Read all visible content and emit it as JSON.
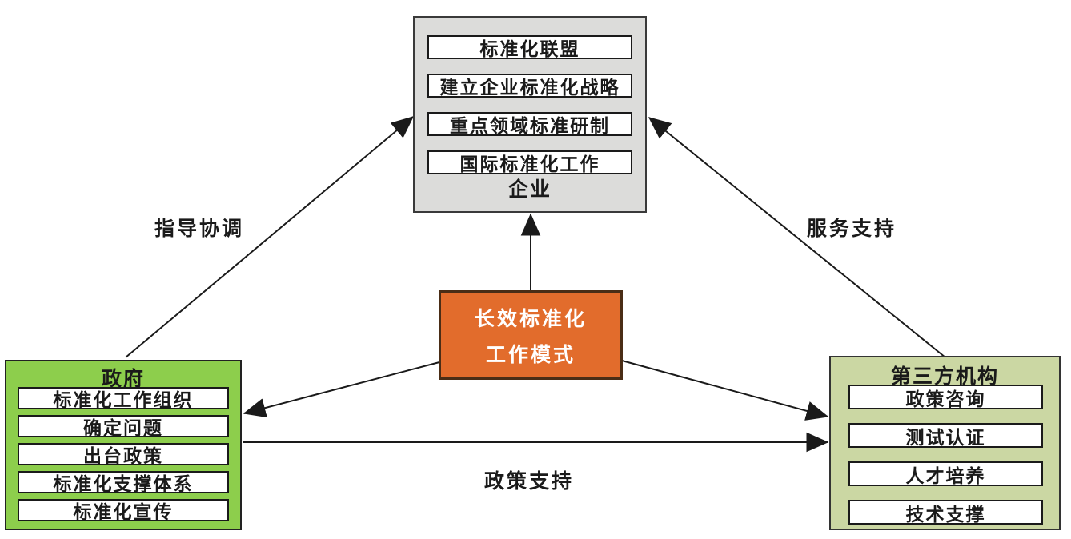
{
  "diagram": {
    "center_node": {
      "line1": "长效标准化",
      "line2": "工作模式",
      "fill_color": "#E26C2C",
      "border_color": "#4A2D16",
      "text_color": "#FFFFFF"
    },
    "nodes": {
      "enterprise": {
        "title": "企业",
        "fill_color": "#DCDCDA",
        "items": [
          "标准化联盟",
          "建立企业标准化战略",
          "重点领域标准研制",
          "国际标准化工作"
        ]
      },
      "government": {
        "title": "政府",
        "fill_color": "#8DCE4C",
        "items": [
          "标准化工作组织",
          "确定问题",
          "出台政策",
          "标准化支撑体系",
          "标准化宣传"
        ]
      },
      "third_party": {
        "title": "第三方机构",
        "fill_color": "#CBD7A3",
        "items": [
          "政策咨询",
          "测试认证",
          "人才培养",
          "技术支撑"
        ]
      }
    },
    "edge_labels": {
      "guidance": "指导协调",
      "service": "服务支持",
      "policy": "政策支持"
    },
    "line_color": "#1A1A1A"
  }
}
